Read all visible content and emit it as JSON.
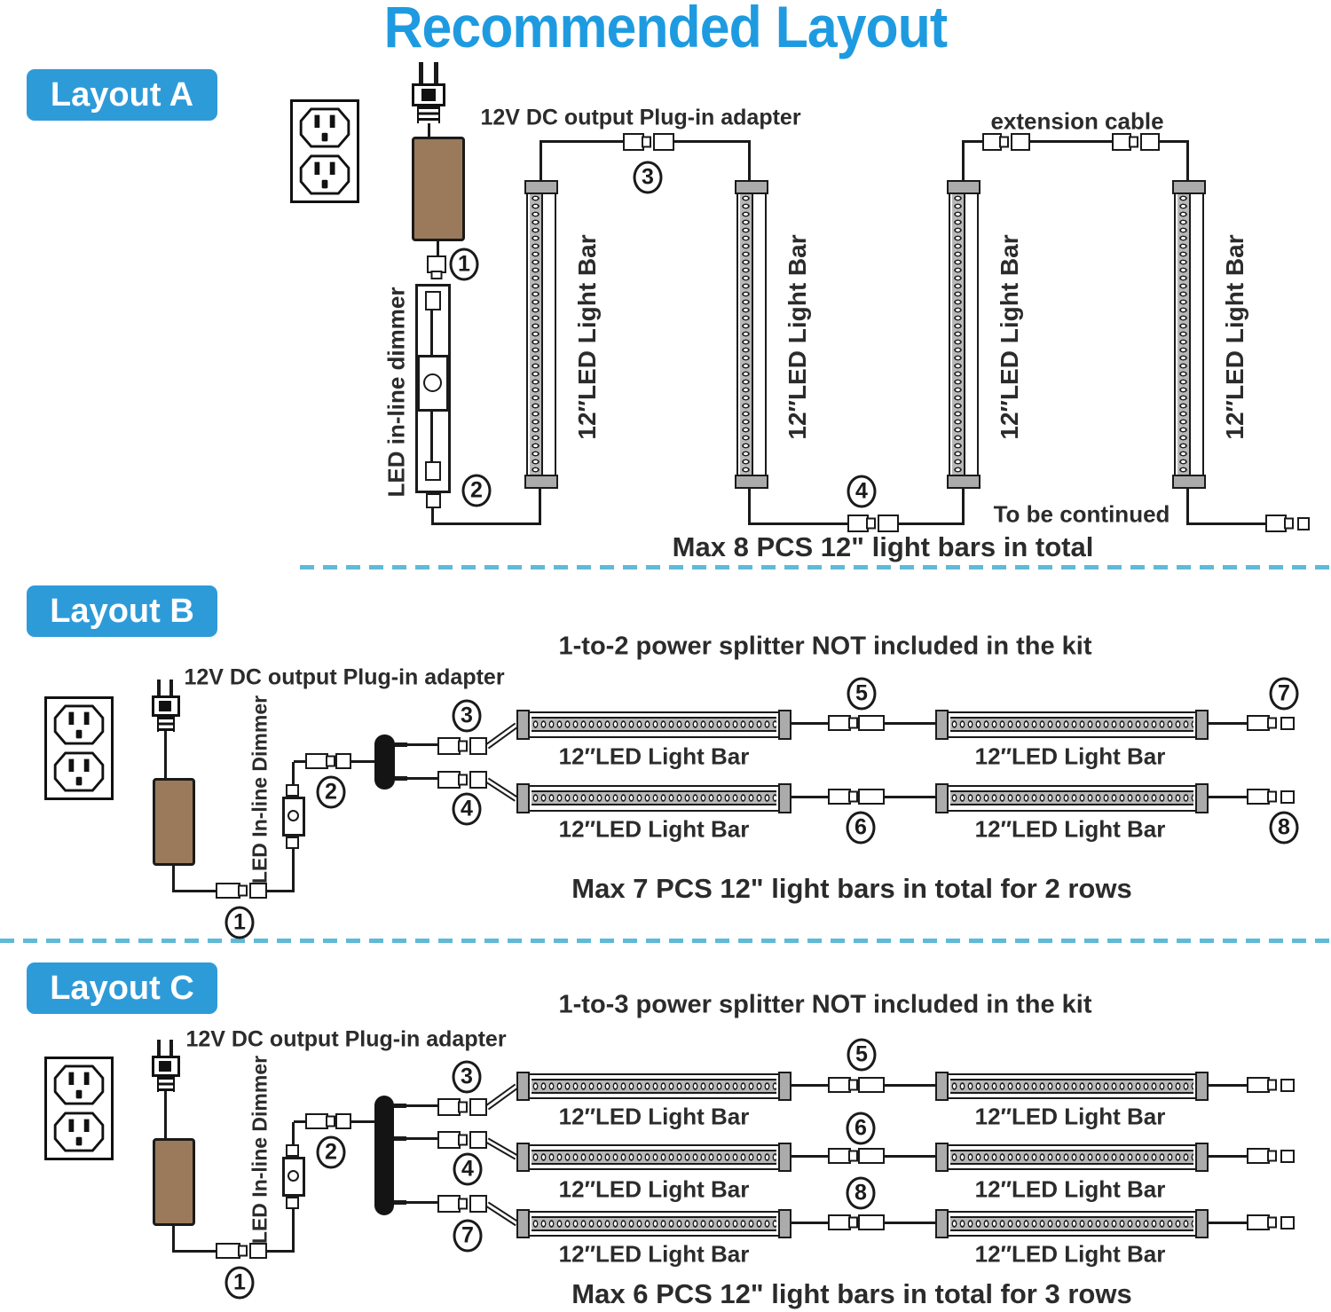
{
  "title": "Recommended Layout",
  "shared": {
    "bar_label": "12″LED Light Bar",
    "adapter_label": "12V DC output Plug-in adapter"
  },
  "layout_a": {
    "badge": "Layout A",
    "dimmer_label": "LED in-line dimmer",
    "extension_label": "extension cable",
    "continued_label": "To be continued",
    "caption": "Max 8 PCS 12\" light bars in total",
    "steps": [
      "1",
      "2",
      "3",
      "4"
    ]
  },
  "layout_b": {
    "badge": "Layout B",
    "note": "1-to-2 power splitter NOT included in the kit",
    "dimmer_label": "LED In-line Dimmer",
    "caption": "Max 7 PCS 12\" light bars in total for 2 rows",
    "steps": [
      "1",
      "2",
      "3",
      "4",
      "5",
      "6",
      "7",
      "8"
    ]
  },
  "layout_c": {
    "badge": "Layout C",
    "note": "1-to-3 power splitter NOT included in the kit",
    "dimmer_label": "LED In-line Dimmer",
    "caption": "Max 6 PCS 12\" light bars in total for 3 rows",
    "steps": [
      "1",
      "2",
      "3",
      "4",
      "5",
      "6",
      "7",
      "8"
    ]
  },
  "colors": {
    "title_blue": "#1E9BE0",
    "badge_blue": "#2E9BD9",
    "adapter_brown": "#9A7A5B",
    "separator_teal": "#5FBAD7",
    "cap_gray": "#ABABAB",
    "strip_gray": "#B8B8B8",
    "splitter_black": "#141414",
    "text_dark": "#2B2B2B"
  }
}
